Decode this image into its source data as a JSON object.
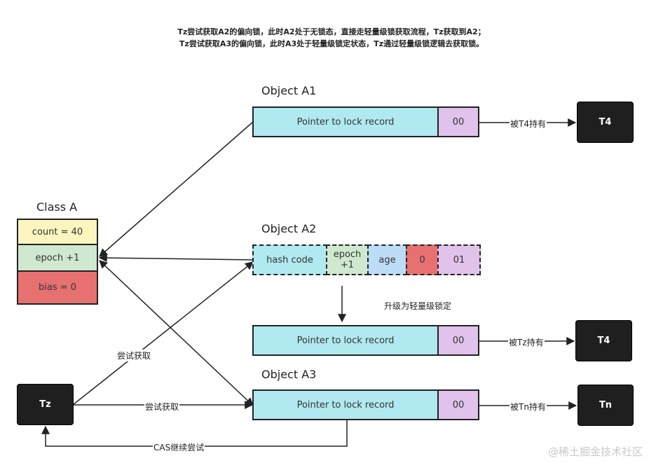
{
  "caption": {
    "line1": "Tz尝试获取A2的偏向锁，此时A2处于无锁态，直接走轻量级锁获取流程，Tz获取到A2；",
    "line2": "Tz尝试获取A3的偏向锁，此时A3处于轻量级锁定状态，Tz通过轻量级锁逻辑去获取锁。"
  },
  "class_a": {
    "title": "Class A",
    "count": "count = 40",
    "epoch": "epoch +1",
    "bias": "bias = 0"
  },
  "object_a1": {
    "title": "Object A1",
    "pointer": "Pointer to lock record",
    "bits": "00",
    "edge_label": "被T4持有",
    "thread": "T4"
  },
  "object_a2": {
    "title": "Object A2",
    "hash": "hash code",
    "epoch": "epoch +1",
    "age": "age",
    "bias_bit": "0",
    "lock_bits": "01"
  },
  "upgrade": {
    "label": "升级为轻量级锁定",
    "pointer": "Pointer to lock record",
    "bits": "00",
    "edge_label": "被Tz持有",
    "thread": "T4"
  },
  "object_a3": {
    "title": "Object A3",
    "pointer": "Pointer to lock record",
    "bits": "00",
    "edge_label": "被Tn持有",
    "thread": "Tn"
  },
  "thread_tz": {
    "label": "Tz",
    "try_a2": "尝试获取",
    "try_a3": "尝试获取",
    "cas_retry": "CAS继续尝试"
  },
  "watermark": "@稀土掘金技术社区"
}
